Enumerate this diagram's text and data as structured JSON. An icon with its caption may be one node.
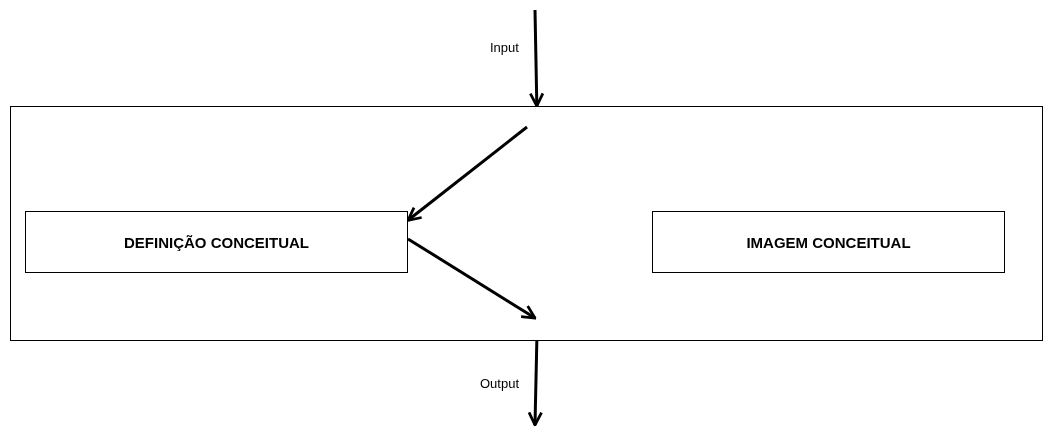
{
  "diagram": {
    "nodes": [
      {
        "text": [],
        "shape": "box"
      },
      {
        "text": [
          "DEFINIÇÃO CONCEITUAL"
        ],
        "in": 0
      },
      {
        "text": [
          "IMAGEM CONCEITUAL"
        ],
        "in": 0
      }
    ],
    "edges": [
      {
        "from": null,
        "to": 0,
        "arrow": "to",
        "label": "Input"
      },
      {
        "from": null,
        "to": 1,
        "arrow": "to"
      },
      {
        "from": 1,
        "to": null,
        "arrow": "to"
      },
      {
        "from": 0,
        "to": null,
        "arrow": "to",
        "label": "Output"
      }
    ]
  }
}
